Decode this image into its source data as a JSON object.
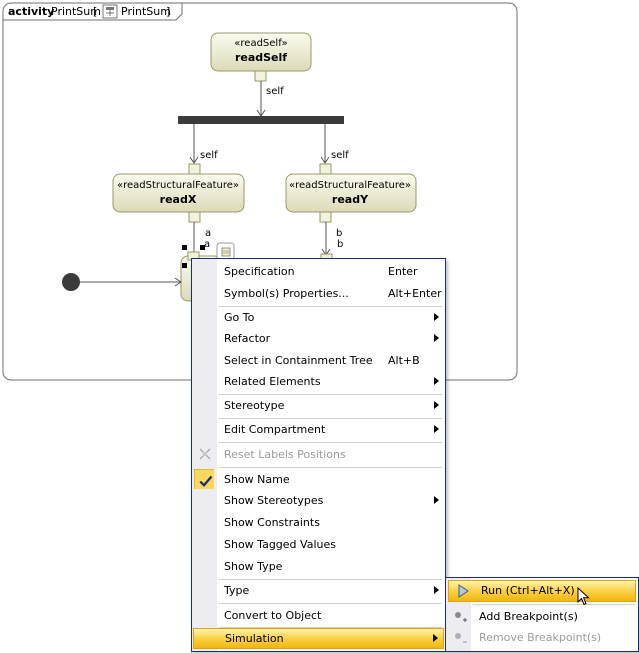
{
  "diagram": {
    "frame_kind": "activity",
    "frame_name": "PrintSum",
    "frame_open_bracket": "[",
    "frame_close_bracket": "]",
    "frame_type_name": "PrintSum",
    "readself": {
      "stereotype": "«readSelf»",
      "name": "readSelf",
      "pin_label": "self"
    },
    "readx": {
      "stereotype": "«readStructuralFeature»",
      "name": "readX",
      "in_pin_label": "self",
      "out_pin_label": "a"
    },
    "ready": {
      "stereotype": "«readStructuralFeature»",
      "name": "readY",
      "in_pin_label": "self",
      "out_pin_label": "b"
    },
    "add": {
      "pin_a": "a",
      "pin_b": "b"
    }
  },
  "context_menu": {
    "items": [
      {
        "label": "Specification",
        "shortcut": "Enter"
      },
      {
        "label": "Symbol(s) Properties...",
        "shortcut": "Alt+Enter"
      },
      {
        "label": "Go To"
      },
      {
        "label": "Refactor"
      },
      {
        "label": "Select in Containment Tree",
        "shortcut": "Alt+B"
      },
      {
        "label": "Related Elements"
      },
      {
        "label": "Stereotype"
      },
      {
        "label": "Edit Compartment"
      },
      {
        "label": "Reset Labels Positions"
      },
      {
        "label": "Show Name"
      },
      {
        "label": "Show Stereotypes"
      },
      {
        "label": "Show Constraints"
      },
      {
        "label": "Show Tagged Values"
      },
      {
        "label": "Show Type"
      },
      {
        "label": "Type"
      },
      {
        "label": "Convert to Object"
      },
      {
        "label": "Simulation"
      }
    ]
  },
  "submenu": {
    "items": [
      {
        "label": "Run (Ctrl+Alt+X)"
      },
      {
        "label": "Add Breakpoint(s)"
      },
      {
        "label": "Remove Breakpoint(s)"
      }
    ]
  },
  "colors": {
    "node_fill": "#ecebd0",
    "node_border": "#9a9868",
    "menu_border": "#1e2f6e",
    "highlight": "#f6c530"
  }
}
